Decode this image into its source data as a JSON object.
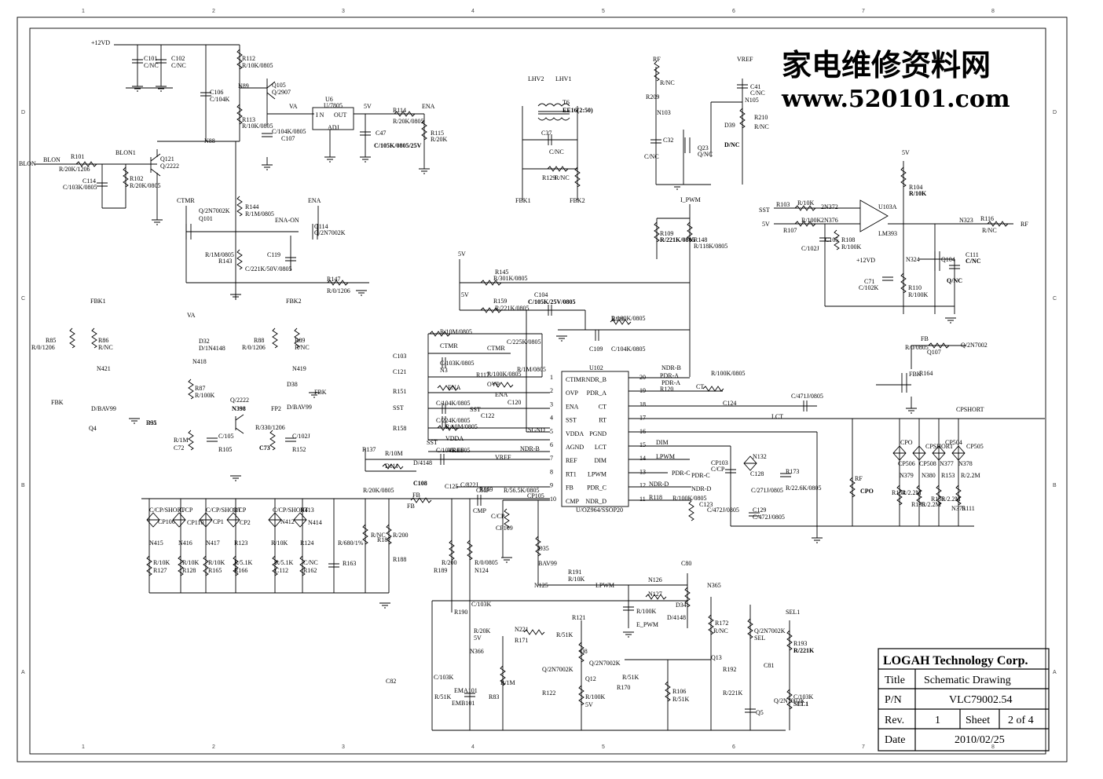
{
  "watermark": {
    "cn": "家电维修资料网",
    "url": "www.520101.com"
  },
  "title_block": {
    "company": "LOGAH Technology Corp.",
    "title_label": "Title",
    "title_value": "Schematic Drawing",
    "pn_label": "P/N",
    "pn_value": "VLC79002.54",
    "rev_label": "Rev.",
    "rev_value": "1",
    "sheet_label": "Sheet",
    "sheet_value": "2 of 4",
    "date_label": "Date",
    "date_value": "2010/02/25"
  },
  "border": {
    "cols": [
      "1",
      "2",
      "3",
      "4",
      "5",
      "6",
      "7",
      "8"
    ],
    "rows": [
      "D",
      "C",
      "B",
      "A"
    ]
  },
  "ic": {
    "name": "U102",
    "part": "U/OZ964/SSOP20",
    "left_pins": [
      {
        "num": "1",
        "name": "CTIMR"
      },
      {
        "num": "2",
        "name": "OVP"
      },
      {
        "num": "3",
        "name": "ENA"
      },
      {
        "num": "4",
        "name": "SST"
      },
      {
        "num": "5",
        "name": "VDDA"
      },
      {
        "num": "6",
        "name": "AGND"
      },
      {
        "num": "7",
        "name": "REF"
      },
      {
        "num": "8",
        "name": "RT1"
      },
      {
        "num": "9",
        "name": "FB"
      },
      {
        "num": "10",
        "name": "CMP"
      }
    ],
    "right_pins": [
      {
        "num": "20",
        "name": "NDR_B"
      },
      {
        "num": "19",
        "name": "PDR_A"
      },
      {
        "num": "18",
        "name": "CT"
      },
      {
        "num": "17",
        "name": "RT"
      },
      {
        "num": "16",
        "name": "PGND"
      },
      {
        "num": "15",
        "name": "LCT"
      },
      {
        "num": "14",
        "name": "DIM"
      },
      {
        "num": "13",
        "name": "LPWM"
      },
      {
        "num": "12",
        "name": "PDR_C"
      },
      {
        "num": "11",
        "name": "NDR_D"
      }
    ]
  },
  "labels": [
    {
      "t": "+12VD"
    },
    {
      "t": "C101"
    },
    {
      "t": "C/NC"
    },
    {
      "t": "C102"
    },
    {
      "t": "C/NC"
    },
    {
      "t": "R112"
    },
    {
      "t": "R/10K/0805"
    },
    {
      "t": "C106"
    },
    {
      "t": "C/104K"
    },
    {
      "t": "N89"
    },
    {
      "t": "Q105"
    },
    {
      "t": "Q/2907"
    },
    {
      "t": "R113"
    },
    {
      "t": "R/10K/0805"
    },
    {
      "t": "N88"
    },
    {
      "t": "U6"
    },
    {
      "t": "U/7805"
    },
    {
      "t": "I N"
    },
    {
      "t": "OUT"
    },
    {
      "t": "ADJ"
    },
    {
      "t": "VA"
    },
    {
      "t": "C/104K/0805"
    },
    {
      "t": "C107"
    },
    {
      "t": "5V"
    },
    {
      "t": "C47"
    },
    {
      "t": "C/105K/0805/25V"
    },
    {
      "t": "R114"
    },
    {
      "t": "R/20K/0805"
    },
    {
      "t": "ENA"
    },
    {
      "t": "R115"
    },
    {
      "t": "R/20K"
    },
    {
      "t": "BLON"
    },
    {
      "t": "BLON"
    },
    {
      "t": "R101"
    },
    {
      "t": "R/20K/1206"
    },
    {
      "t": "BLON1"
    },
    {
      "t": "Q121"
    },
    {
      "t": "Q/2222"
    },
    {
      "t": "C114"
    },
    {
      "t": "C/103K/0805"
    },
    {
      "t": "R102"
    },
    {
      "t": "R/20K/0805"
    },
    {
      "t": "CTMR"
    },
    {
      "t": "Q/2N7002K"
    },
    {
      "t": "Q101"
    },
    {
      "t": "R144"
    },
    {
      "t": "R/1M/0805"
    },
    {
      "t": "ENA"
    },
    {
      "t": "ENA-ON"
    },
    {
      "t": "Q114"
    },
    {
      "t": "Q/2N7002K"
    },
    {
      "t": "R/1M/0805"
    },
    {
      "t": "R143"
    },
    {
      "t": "C119"
    },
    {
      "t": "C/221K/50V/0805"
    },
    {
      "t": "R147"
    },
    {
      "t": "R/0/1206"
    },
    {
      "t": "LHV2"
    },
    {
      "t": "LHV1"
    },
    {
      "t": "T6"
    },
    {
      "t": "EE16(2:50)"
    },
    {
      "t": "C37"
    },
    {
      "t": "C/NC"
    },
    {
      "t": "R129"
    },
    {
      "t": "R/NC"
    },
    {
      "t": "FBK1"
    },
    {
      "t": "FBK2"
    },
    {
      "t": "RF"
    },
    {
      "t": "R/NC"
    },
    {
      "t": "R209"
    },
    {
      "t": "N103"
    },
    {
      "t": "C/NC"
    },
    {
      "t": "C32"
    },
    {
      "t": "Q23"
    },
    {
      "t": "Q/NC"
    },
    {
      "t": "VREF"
    },
    {
      "t": "C41"
    },
    {
      "t": "C/NC"
    },
    {
      "t": "N105"
    },
    {
      "t": "D39"
    },
    {
      "t": "D/NC"
    },
    {
      "t": "R210"
    },
    {
      "t": "R/NC"
    },
    {
      "t": "I_PWM"
    },
    {
      "t": "R109"
    },
    {
      "t": "R/221K/0805"
    },
    {
      "t": "R148"
    },
    {
      "t": "R/118K/0805"
    },
    {
      "t": "5V"
    },
    {
      "t": "R104"
    },
    {
      "t": "R/10K"
    },
    {
      "t": "SST"
    },
    {
      "t": "R103"
    },
    {
      "t": "R/10K"
    },
    {
      "t": "2N372"
    },
    {
      "t": "U103A"
    },
    {
      "t": "5V"
    },
    {
      "t": "R107"
    },
    {
      "t": "R/100K"
    },
    {
      "t": "2N376"
    },
    {
      "t": "C105"
    },
    {
      "t": "C/102J"
    },
    {
      "t": "R108"
    },
    {
      "t": "R/100K"
    },
    {
      "t": "+12VD"
    },
    {
      "t": "LM393"
    },
    {
      "t": "N323"
    },
    {
      "t": "R116"
    },
    {
      "t": "R/NC"
    },
    {
      "t": "RF"
    },
    {
      "t": "N324"
    },
    {
      "t": "Q104"
    },
    {
      "t": "Q/NC"
    },
    {
      "t": "C111"
    },
    {
      "t": "C/NC"
    },
    {
      "t": "C71"
    },
    {
      "t": "C/102K"
    },
    {
      "t": "R110"
    },
    {
      "t": "R/100K"
    },
    {
      "t": "5V"
    },
    {
      "t": "R145"
    },
    {
      "t": "R/301K/0805"
    },
    {
      "t": "5V"
    },
    {
      "t": "C104"
    },
    {
      "t": "C/105K/25V/0805"
    },
    {
      "t": "R159"
    },
    {
      "t": "R/221K/0805"
    },
    {
      "t": "R119"
    },
    {
      "t": "R/100K/0805"
    },
    {
      "t": "C109"
    },
    {
      "t": "C/104K/0805"
    },
    {
      "t": "FBK1"
    },
    {
      "t": "R85"
    },
    {
      "t": "R/0/1206"
    },
    {
      "t": "R86"
    },
    {
      "t": "R/NC"
    },
    {
      "t": "N421"
    },
    {
      "t": "VA"
    },
    {
      "t": "D32"
    },
    {
      "t": "D/1N4148"
    },
    {
      "t": "N418"
    },
    {
      "t": "FBK2"
    },
    {
      "t": "R88"
    },
    {
      "t": "R/0/1206"
    },
    {
      "t": "R89"
    },
    {
      "t": "R/NC"
    },
    {
      "t": "N419"
    },
    {
      "t": "R87"
    },
    {
      "t": "R/100K"
    },
    {
      "t": "D38"
    },
    {
      "t": "D/BAV99"
    },
    {
      "t": "FBK"
    },
    {
      "t": "FBK"
    },
    {
      "t": "D31"
    },
    {
      "t": "D/BAV99"
    },
    {
      "t": "Q4"
    },
    {
      "t": "Q/2222"
    },
    {
      "t": "N398"
    },
    {
      "t": "FP2"
    },
    {
      "t": "R95"
    },
    {
      "t": "R/1M"
    },
    {
      "t": "C72"
    },
    {
      "t": "C/105"
    },
    {
      "t": "R105"
    },
    {
      "t": "R/330/1206"
    },
    {
      "t": "C73"
    },
    {
      "t": "C/102J"
    },
    {
      "t": "R152"
    },
    {
      "t": "R/10M/0805"
    },
    {
      "t": "CTMR"
    },
    {
      "t": "CTMR"
    },
    {
      "t": "C/225K/0805"
    },
    {
      "t": "C103"
    },
    {
      "t": "C/103K/0805"
    },
    {
      "t": "C121"
    },
    {
      "t": "N3"
    },
    {
      "t": "R117"
    },
    {
      "t": "R/100K/0805"
    },
    {
      "t": "OVP"
    },
    {
      "t": "R/1M/0805"
    },
    {
      "t": "R151"
    },
    {
      "t": "ENA"
    },
    {
      "t": "ENA"
    },
    {
      "t": "C120"
    },
    {
      "t": "C/104K/0805"
    },
    {
      "t": "SST"
    },
    {
      "t": "SST"
    },
    {
      "t": "C122"
    },
    {
      "t": "C/224K/0805"
    },
    {
      "t": "R158"
    },
    {
      "t": "R/10M/0805"
    },
    {
      "t": "VDDA"
    },
    {
      "t": "SGND"
    },
    {
      "t": "SST"
    },
    {
      "t": "R137"
    },
    {
      "t": "R/10M"
    },
    {
      "t": "D111"
    },
    {
      "t": "D/4148"
    },
    {
      "t": "C108"
    },
    {
      "t": "C/104K/0805"
    },
    {
      "t": "VREF"
    },
    {
      "t": "VREF"
    },
    {
      "t": "NDR-B"
    },
    {
      "t": "NDR-B"
    },
    {
      "t": "PDR-A"
    },
    {
      "t": "PDR-A"
    },
    {
      "t": "R120"
    },
    {
      "t": "R/100K/0805"
    },
    {
      "t": "CT"
    },
    {
      "t": "C124"
    },
    {
      "t": "C/471J/0805"
    },
    {
      "t": "LCT"
    },
    {
      "t": "DIM"
    },
    {
      "t": "LPWM"
    },
    {
      "t": "PDR-C"
    },
    {
      "t": "PDR-C"
    },
    {
      "t": "NDR-D"
    },
    {
      "t": "NDR-D"
    },
    {
      "t": "R118"
    },
    {
      "t": "R/100K/0805"
    },
    {
      "t": "C123"
    },
    {
      "t": "C/472J/0805"
    },
    {
      "t": "CP103"
    },
    {
      "t": "C/CP"
    },
    {
      "t": "N132"
    },
    {
      "t": "C128"
    },
    {
      "t": "C/271J/0805"
    },
    {
      "t": "C129"
    },
    {
      "t": "C/472J/0805"
    },
    {
      "t": "R173"
    },
    {
      "t": "R/22.6K/0805"
    },
    {
      "t": "RF"
    },
    {
      "t": "CPO"
    },
    {
      "t": "CPSHORT"
    },
    {
      "t": "CPO"
    },
    {
      "t": "CPSHORT"
    },
    {
      "t": "CP504"
    },
    {
      "t": "CP505"
    },
    {
      "t": "CP506"
    },
    {
      "t": "CP508"
    },
    {
      "t": "N377"
    },
    {
      "t": "N378"
    },
    {
      "t": "N379"
    },
    {
      "t": "N380"
    },
    {
      "t": "R153"
    },
    {
      "t": "R/2.2M"
    },
    {
      "t": "R154"
    },
    {
      "t": "R/2.2M"
    },
    {
      "t": "R155"
    },
    {
      "t": "R/2.2M"
    },
    {
      "t": "R156"
    },
    {
      "t": "R/2.2M"
    },
    {
      "t": "N375"
    },
    {
      "t": "R111"
    },
    {
      "t": "R/0/0805"
    },
    {
      "t": "FB"
    },
    {
      "t": "Q107"
    },
    {
      "t": "Q/2N7002"
    },
    {
      "t": "FBK"
    },
    {
      "t": "R164"
    },
    {
      "t": "R/20K/0805"
    },
    {
      "t": "FB"
    },
    {
      "t": "FB"
    },
    {
      "t": "C125"
    },
    {
      "t": "C/822J"
    },
    {
      "t": "CMP"
    },
    {
      "t": "CMP"
    },
    {
      "t": "R169"
    },
    {
      "t": "R/56.5K/0805"
    },
    {
      "t": "CP105"
    },
    {
      "t": "C/CP"
    },
    {
      "t": "CP109"
    },
    {
      "t": "C/CP/SHORT"
    },
    {
      "t": "CP106"
    },
    {
      "t": "C/CP"
    },
    {
      "t": "CP110"
    },
    {
      "t": "C/CP/SHORT"
    },
    {
      "t": "CP1"
    },
    {
      "t": "C/CP"
    },
    {
      "t": "CP2"
    },
    {
      "t": "C/CP/SHORT"
    },
    {
      "t": "N412"
    },
    {
      "t": "N413"
    },
    {
      "t": "N414"
    },
    {
      "t": "N415"
    },
    {
      "t": "N416"
    },
    {
      "t": "N417"
    },
    {
      "t": "R123"
    },
    {
      "t": "R/10K"
    },
    {
      "t": "R124"
    },
    {
      "t": "R/10K"
    },
    {
      "t": "R127"
    },
    {
      "t": "R/10K"
    },
    {
      "t": "R128"
    },
    {
      "t": "R/10K"
    },
    {
      "t": "R165"
    },
    {
      "t": "R/5.1K"
    },
    {
      "t": "R166"
    },
    {
      "t": "R/5.1K"
    },
    {
      "t": "C112"
    },
    {
      "t": "C/NC"
    },
    {
      "t": "R162"
    },
    {
      "t": "R/680/1%"
    },
    {
      "t": "R163"
    },
    {
      "t": "R/NC"
    },
    {
      "t": "R187"
    },
    {
      "t": "R/200"
    },
    {
      "t": "R188"
    },
    {
      "t": "R/200"
    },
    {
      "t": "R189"
    },
    {
      "t": "R/0/0805"
    },
    {
      "t": "N124"
    },
    {
      "t": "D35"
    },
    {
      "t": "BAV99"
    },
    {
      "t": "N125"
    },
    {
      "t": "R191"
    },
    {
      "t": "R/10K"
    },
    {
      "t": "LPWM"
    },
    {
      "t": "N126"
    },
    {
      "t": "N127"
    },
    {
      "t": "C80"
    },
    {
      "t": "C/103K"
    },
    {
      "t": "R190"
    },
    {
      "t": "R/100K"
    },
    {
      "t": "E_PWM"
    },
    {
      "t": "D34"
    },
    {
      "t": "D/4148"
    },
    {
      "t": "R121"
    },
    {
      "t": "R/20K"
    },
    {
      "t": "5V"
    },
    {
      "t": "N221"
    },
    {
      "t": "R171"
    },
    {
      "t": "R/51K"
    },
    {
      "t": "N366"
    },
    {
      "t": "Q8"
    },
    {
      "t": "Q/2N7002K"
    },
    {
      "t": "Q12"
    },
    {
      "t": "Q/2N7002K"
    },
    {
      "t": "R122"
    },
    {
      "t": "R/51K"
    },
    {
      "t": "R170"
    },
    {
      "t": "R/1M"
    },
    {
      "t": "R83"
    },
    {
      "t": "R/100K"
    },
    {
      "t": "5V"
    },
    {
      "t": "R106"
    },
    {
      "t": "R/51K"
    },
    {
      "t": "N365"
    },
    {
      "t": "R172"
    },
    {
      "t": "R/NC"
    },
    {
      "t": "Q13"
    },
    {
      "t": "Q/2N7002K"
    },
    {
      "t": "SEL"
    },
    {
      "t": "R192"
    },
    {
      "t": "R/221K"
    },
    {
      "t": "SEL1"
    },
    {
      "t": "R193"
    },
    {
      "t": "R/221K"
    },
    {
      "t": "C81"
    },
    {
      "t": "C/103K"
    },
    {
      "t": "SEL1"
    },
    {
      "t": "Q5"
    },
    {
      "t": "Q/2N7002K"
    },
    {
      "t": "C82"
    },
    {
      "t": "C/103K"
    },
    {
      "t": "R/51K"
    },
    {
      "t": "EMA101"
    },
    {
      "t": "EMB101"
    }
  ]
}
